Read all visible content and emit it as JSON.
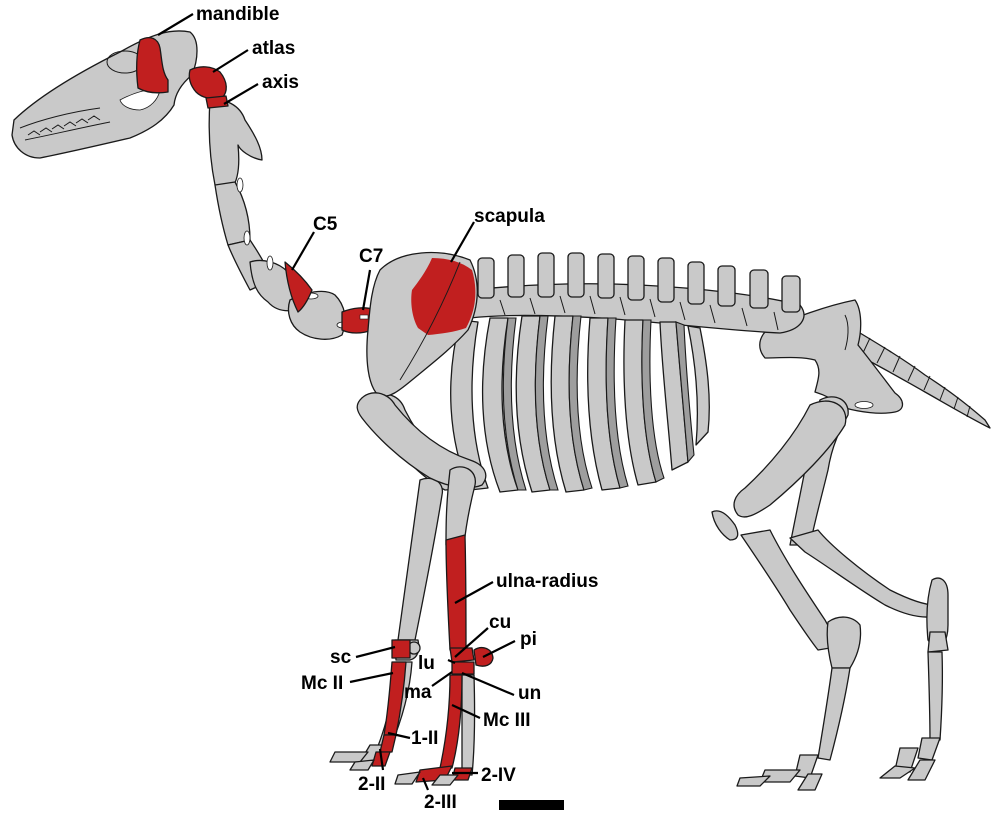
{
  "figure": {
    "type": "anatomical skeletal reconstruction",
    "subject": "quadruped (horse-like) skeleton, left lateral view",
    "colors": {
      "bone": "#c9c9c9",
      "preserved_bone": "#c11f1f",
      "rib_shadow": "#9e9e9e",
      "outline": "#1a1a1a",
      "background": "#ffffff"
    },
    "legend_note": "Red elements indicate preserved bones",
    "scale_bar": {
      "visible": true,
      "label": ""
    }
  },
  "labels": {
    "mandible": "mandible",
    "atlas": "atlas",
    "axis": "axis",
    "c5": "C5",
    "c7": "C7",
    "scapula": "scapula",
    "ulna_radius": "ulna-radius",
    "cu": "cu",
    "pi": "pi",
    "lu": "lu",
    "ma": "ma",
    "un": "un",
    "mc_iii": "Mc III",
    "sc": "sc",
    "mc_ii": "Mc II",
    "p1_ii": "1-II",
    "p2_ii": "2-II",
    "p2_iii": "2-III",
    "p2_iv": "2-IV"
  },
  "preserved_elements": [
    "mandible",
    "atlas",
    "axis",
    "C5",
    "C7",
    "scapula",
    "ulna-radius",
    "cu",
    "pi",
    "lu",
    "ma",
    "un",
    "Mc III",
    "sc",
    "Mc II",
    "1-II",
    "2-II",
    "2-III",
    "2-IV"
  ]
}
